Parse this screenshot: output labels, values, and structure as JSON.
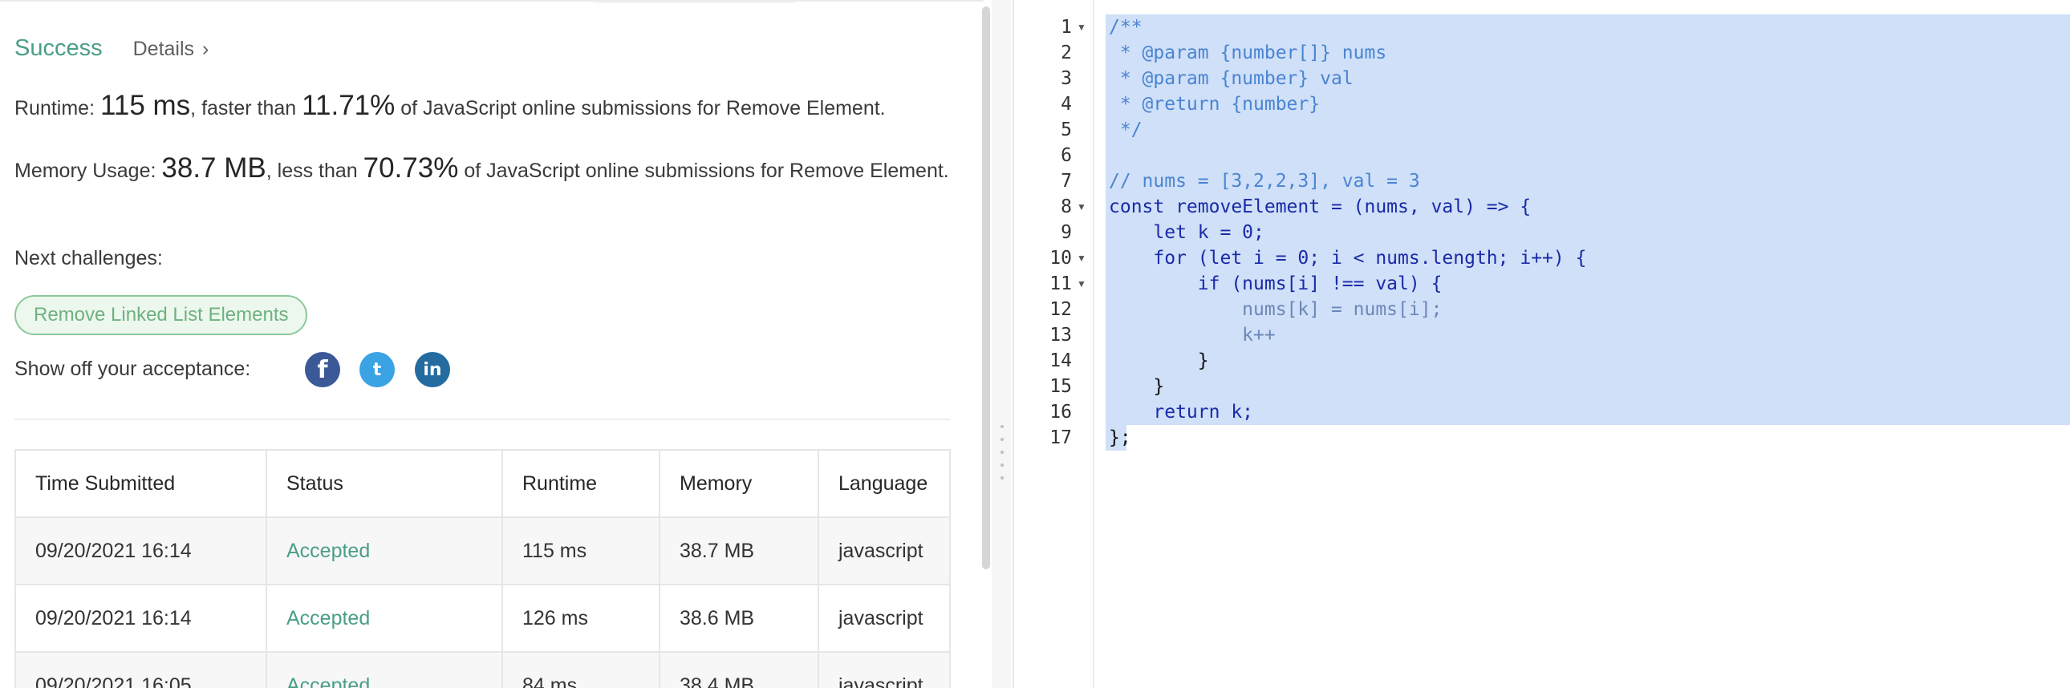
{
  "result": {
    "status": "Success",
    "details_label": "Details",
    "details_chevron": "›",
    "runtime_label": "Runtime: ",
    "runtime_value": "115 ms",
    "runtime_mid": ", faster than ",
    "runtime_percent": "11.71%",
    "runtime_tail": " of JavaScript online submissions for Remove Element.",
    "memory_label": "Memory Usage: ",
    "memory_value": "38.7 MB",
    "memory_mid": ", less than ",
    "memory_percent": "70.73%",
    "memory_tail": " of JavaScript online submissions for Remove Element.",
    "next_label": "Next challenges:",
    "next_challenge": "Remove Linked List Elements",
    "share_label": "Show off your acceptance:",
    "share_icons": [
      "facebook-icon",
      "twitter-icon",
      "linkedin-icon"
    ],
    "share_glyphs": [
      "f",
      "t",
      "in"
    ]
  },
  "table": {
    "headers": [
      "Time Submitted",
      "Status",
      "Runtime",
      "Memory",
      "Language"
    ],
    "rows": [
      [
        "09/20/2021 16:14",
        "Accepted",
        "115 ms",
        "38.7 MB",
        "javascript"
      ],
      [
        "09/20/2021 16:14",
        "Accepted",
        "126 ms",
        "38.6 MB",
        "javascript"
      ],
      [
        "09/20/2021 16:05",
        "Accepted",
        "84 ms",
        "38.4 MB",
        "javascript"
      ]
    ]
  },
  "editor": {
    "line_numbers": [
      "1",
      "2",
      "3",
      "4",
      "5",
      "6",
      "7",
      "8",
      "9",
      "10",
      "11",
      "12",
      "13",
      "14",
      "15",
      "16",
      "17"
    ],
    "code_lines": [
      "/**",
      " * @param {number[]} nums",
      " * @param {number} val",
      " * @return {number}",
      " */",
      "",
      "// nums = [3,2,2,3], val = 3",
      "const removeElement = (nums, val) => {",
      "    let k = 0;",
      "    for (let i = 0; i < nums.length; i++) {",
      "        if (nums[i] !== val) {",
      "            nums[k] = nums[i];",
      "            k++",
      "        }",
      "    }",
      "    return k;",
      "};"
    ]
  },
  "colors": {
    "success": "#4a9e88",
    "selection": "#cfe0f8",
    "comment": "#4a84d1",
    "keyword": "#1a2aa8"
  }
}
